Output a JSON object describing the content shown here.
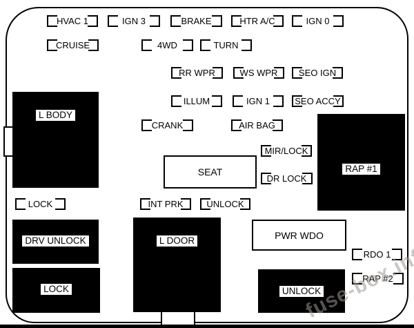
{
  "diagram": {
    "kind": "fuse-box-diagram",
    "watermark_text": "fuse-box.info",
    "colors": {
      "line": "#000000",
      "background": "#ffffff",
      "relay_fill": "#000000",
      "watermark": "#9e9894"
    }
  },
  "fuses": [
    {
      "label": "HVAC 1"
    },
    {
      "label": "IGN 3"
    },
    {
      "label": "BRAKE"
    },
    {
      "label": "HTR A/C"
    },
    {
      "label": "IGN 0"
    },
    {
      "label": "CRUISE"
    },
    {
      "label": "4WD"
    },
    {
      "label": "TURN"
    },
    {
      "label": "RR WPR"
    },
    {
      "label": "WS WPR"
    },
    {
      "label": "SEO IGN"
    },
    {
      "label": "ILLUM"
    },
    {
      "label": "IGN 1"
    },
    {
      "label": "SEO ACCY"
    },
    {
      "label": "CRANK"
    },
    {
      "label": "AIR BAG"
    },
    {
      "label": "MIR/LOCK"
    },
    {
      "label": "DR LOCK"
    },
    {
      "label": "LOCK"
    },
    {
      "label": "INT PRK"
    },
    {
      "label": "UNLOCK"
    },
    {
      "label": "RDO 1"
    },
    {
      "label": "RAP #2"
    }
  ],
  "modules": [
    {
      "label": "SEAT"
    },
    {
      "label": "PWR WDO"
    }
  ],
  "relays": [
    {
      "label": "L BODY"
    },
    {
      "label": "RAP #1"
    },
    {
      "label": "DRV UNLOCK"
    },
    {
      "label": "L DOOR"
    },
    {
      "label": "LOCK"
    },
    {
      "label": "UNLOCK"
    }
  ]
}
